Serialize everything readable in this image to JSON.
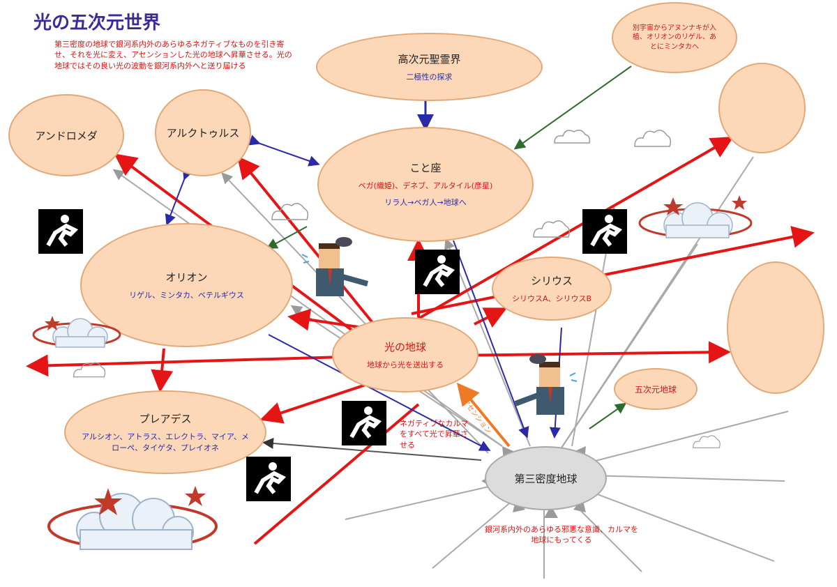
{
  "title": "光の五次元世界",
  "top_note": "第三密度の地球で銀河系内外のあらゆるネガティブなものを引き寄せ、それを光に変え、アセンションした光の地球へ昇華させる。光の地球ではその良い光の波動を銀河系内外へと送り届ける",
  "nodes": {
    "high": {
      "name": "高次元聖霊界",
      "sub": "二極性の探求"
    },
    "lyra": {
      "name": "こと座",
      "sub1": "ベガ(織姫)、デネブ、アルタイル(彦星)",
      "sub2": "リラ人→ベガ人→地球へ"
    },
    "andromeda": {
      "name": "アンドロメダ"
    },
    "arcturus": {
      "name": "アルクトゥルス"
    },
    "orion": {
      "name": "オリオン",
      "sub": "リゲル、ミンタカ、ベテルギウス"
    },
    "light_earth": {
      "name": "光の地球",
      "sub": "地球から光を送出する"
    },
    "sirius": {
      "name": "シリウス",
      "sub": "シリウスA、シリウスB"
    },
    "pleiades": {
      "name": "プレアデス",
      "sub": "アルシオン、アトラス、エレクトラ、マイア、メローペ、タイゲタ、プレイオネ"
    },
    "fifth_earth": {
      "name": "五次元地球"
    },
    "third_earth": {
      "name": "第三密度地球"
    },
    "other_universe": {
      "name": "別宇宙からアヌンナキが入植、オリオンのリゲル、あとにミンタカへ"
    }
  },
  "notes": {
    "negative": "ネガティブなカルマをすべて光で昇華させる",
    "ascension": "アセンション",
    "bottom": "銀河系内外のあらゆる邪悪な意識、カルマを地球にもってくる"
  },
  "colors": {
    "ellipse_fill": "#fcd8b8",
    "ellipse_border": "#e3a877",
    "red": "#e01010",
    "blue": "#2a2aa8",
    "title": "#3b2a9a"
  }
}
